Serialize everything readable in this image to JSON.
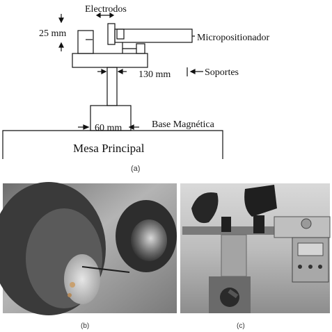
{
  "panel_a": {
    "labels": {
      "electrodes": "Electrodos",
      "height": "25 mm",
      "micropositioner": "Micropositionador",
      "supports": "Soportes",
      "span": "130 mm",
      "magnetic_base": "Base Magnética",
      "base_width": "60 mm",
      "main_table": "Mesa Principal"
    },
    "caption": "(a)"
  },
  "panel_b": {
    "caption": "(b)"
  },
  "panel_c": {
    "caption": "(c)"
  },
  "colors": {
    "line": "#111111",
    "photo_b_bg": "#8f8f8f",
    "photo_c_bg": "#9c9c9c"
  }
}
